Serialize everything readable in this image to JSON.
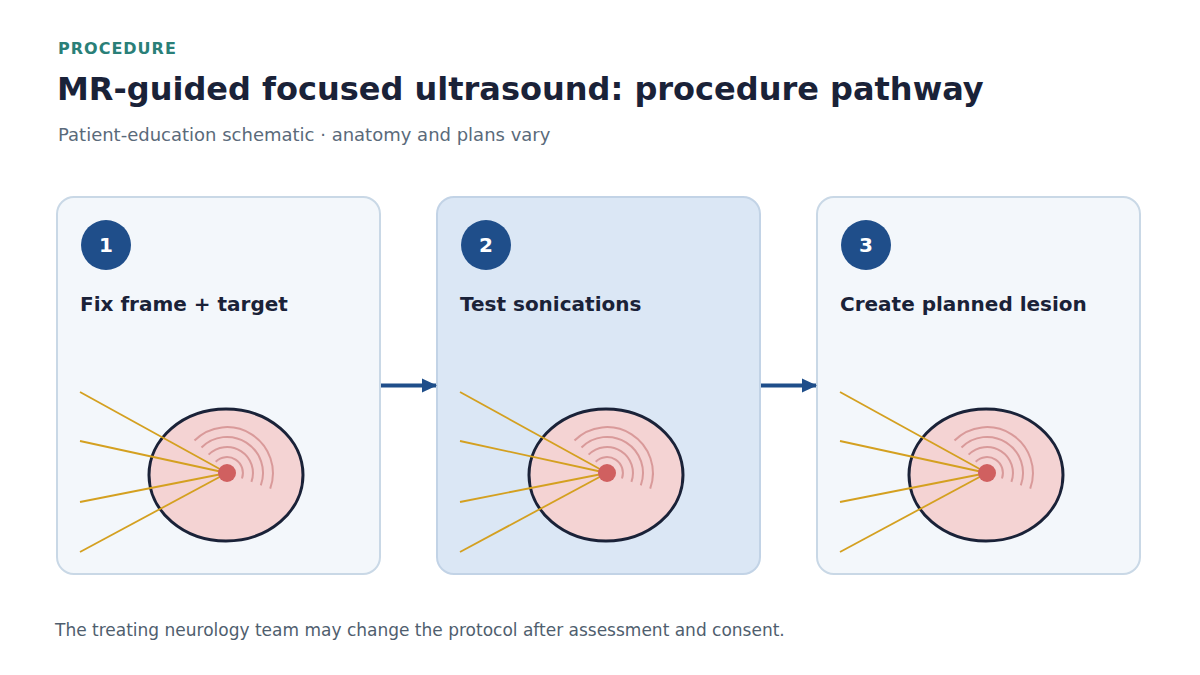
{
  "diagram": {
    "title": "MR-guided focused ultrasound: procedure pathway",
    "caption": "Patient-education schematic · anatomy and plans vary",
    "nodes": [
      {
        "text": [
          "Fix frame + target"
        ]
      },
      {
        "text": [
          "1"
        ],
        "in": 0
      },
      {
        "text": [
          "Test sonications"
        ]
      },
      {
        "text": [
          "2"
        ],
        "in": 2
      },
      {
        "text": [
          "Create planned lesion"
        ]
      },
      {
        "text": [
          "3"
        ],
        "in": 4
      }
    ],
    "edges": [
      {
        "from": 0,
        "to": 2,
        "arrow": "to"
      },
      {
        "from": 2,
        "to": 4,
        "arrow": "to"
      }
    ],
    "labels": [
      "PROCEDURE",
      "The treating neurology team may change the protocol after assessment and consent."
    ]
  }
}
